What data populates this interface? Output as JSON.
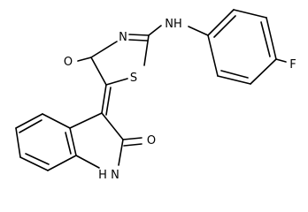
{
  "molecule": {
    "atoms": {
      "O_thiazolone": "O",
      "N_ring": "N",
      "NH_amine": "NH",
      "S_ring": "S",
      "F": "F",
      "O_oxindole": "O",
      "HN_oxindole": "H N"
    }
  },
  "colors": {
    "bond": "#000000",
    "label": "#000000",
    "background": "#ffffff"
  }
}
